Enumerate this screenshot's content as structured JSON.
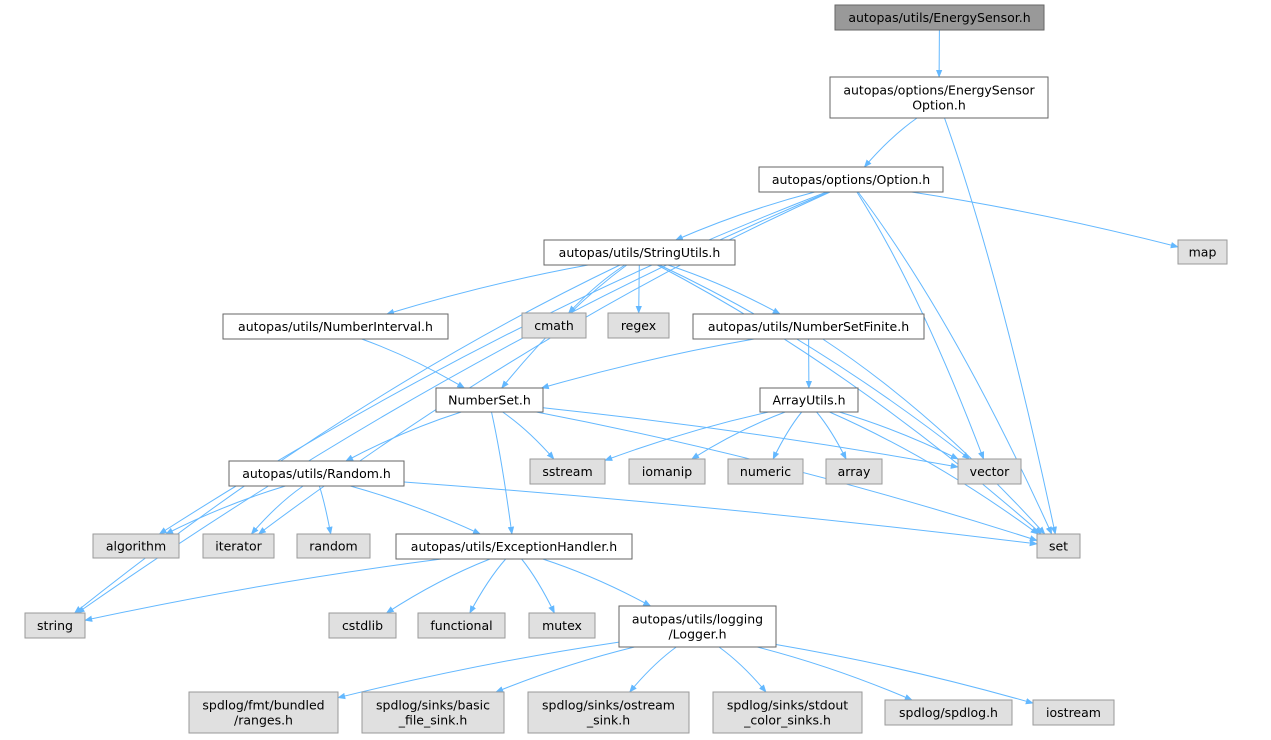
{
  "colors": {
    "edge": "#63b8ff",
    "root_fill": "#999999",
    "root_stroke": "#666666",
    "local_fill": "#ffffff",
    "local_stroke": "#666666",
    "system_fill": "#e0e0e0",
    "system_stroke": "#999999"
  },
  "nodes": [
    {
      "id": "energysensor",
      "kind": "root",
      "lines": [
        "autopas/utils/EnergySensor.h"
      ]
    },
    {
      "id": "energysensoroption",
      "kind": "local",
      "lines": [
        "autopas/options/EnergySensor",
        "Option.h"
      ]
    },
    {
      "id": "option",
      "kind": "local",
      "lines": [
        "autopas/options/Option.h"
      ]
    },
    {
      "id": "stringutils",
      "kind": "local",
      "lines": [
        "autopas/utils/StringUtils.h"
      ]
    },
    {
      "id": "map",
      "kind": "system",
      "lines": [
        "map"
      ]
    },
    {
      "id": "numberinterval",
      "kind": "local",
      "lines": [
        "autopas/utils/NumberInterval.h"
      ]
    },
    {
      "id": "cmath",
      "kind": "system",
      "lines": [
        "cmath"
      ]
    },
    {
      "id": "regex",
      "kind": "system",
      "lines": [
        "regex"
      ]
    },
    {
      "id": "numbersetfinite",
      "kind": "local",
      "lines": [
        "autopas/utils/NumberSetFinite.h"
      ]
    },
    {
      "id": "numberset",
      "kind": "local",
      "lines": [
        "NumberSet.h"
      ]
    },
    {
      "id": "arrayutils",
      "kind": "local",
      "lines": [
        "ArrayUtils.h"
      ]
    },
    {
      "id": "random",
      "kind": "local",
      "lines": [
        "autopas/utils/Random.h"
      ]
    },
    {
      "id": "sstream",
      "kind": "system",
      "lines": [
        "sstream"
      ]
    },
    {
      "id": "iomanip",
      "kind": "system",
      "lines": [
        "iomanip"
      ]
    },
    {
      "id": "numeric",
      "kind": "system",
      "lines": [
        "numeric"
      ]
    },
    {
      "id": "array",
      "kind": "system",
      "lines": [
        "array"
      ]
    },
    {
      "id": "vector",
      "kind": "system",
      "lines": [
        "vector"
      ]
    },
    {
      "id": "algorithm",
      "kind": "system",
      "lines": [
        "algorithm"
      ]
    },
    {
      "id": "iterator",
      "kind": "system",
      "lines": [
        "iterator"
      ]
    },
    {
      "id": "randomsys",
      "kind": "system",
      "lines": [
        "random"
      ]
    },
    {
      "id": "exceptionhandler",
      "kind": "local",
      "lines": [
        "autopas/utils/ExceptionHandler.h"
      ]
    },
    {
      "id": "set",
      "kind": "system",
      "lines": [
        "set"
      ]
    },
    {
      "id": "string",
      "kind": "system",
      "lines": [
        "string"
      ]
    },
    {
      "id": "cstdlib",
      "kind": "system",
      "lines": [
        "cstdlib"
      ]
    },
    {
      "id": "functional",
      "kind": "system",
      "lines": [
        "functional"
      ]
    },
    {
      "id": "mutex",
      "kind": "system",
      "lines": [
        "mutex"
      ]
    },
    {
      "id": "logger",
      "kind": "local",
      "lines": [
        "autopas/utils/logging",
        "/Logger.h"
      ]
    },
    {
      "id": "ranges",
      "kind": "system",
      "lines": [
        "spdlog/fmt/bundled",
        "/ranges.h"
      ]
    },
    {
      "id": "basicfilesink",
      "kind": "system",
      "lines": [
        "spdlog/sinks/basic",
        "_file_sink.h"
      ]
    },
    {
      "id": "ostreamsink",
      "kind": "system",
      "lines": [
        "spdlog/sinks/ostream",
        "_sink.h"
      ]
    },
    {
      "id": "stdoutsinks",
      "kind": "system",
      "lines": [
        "spdlog/sinks/stdout",
        "_color_sinks.h"
      ]
    },
    {
      "id": "spdlog",
      "kind": "system",
      "lines": [
        "spdlog/spdlog.h"
      ]
    },
    {
      "id": "iostream",
      "kind": "system",
      "lines": [
        "iostream"
      ]
    }
  ],
  "edges": [
    [
      "energysensor",
      "energysensoroption"
    ],
    [
      "energysensoroption",
      "option"
    ],
    [
      "energysensoroption",
      "set"
    ],
    [
      "option",
      "stringutils"
    ],
    [
      "option",
      "map"
    ],
    [
      "option",
      "vector"
    ],
    [
      "option",
      "set"
    ],
    [
      "option",
      "algorithm"
    ],
    [
      "option",
      "iterator"
    ],
    [
      "option",
      "string"
    ],
    [
      "stringutils",
      "numberinterval"
    ],
    [
      "stringutils",
      "cmath"
    ],
    [
      "stringutils",
      "regex"
    ],
    [
      "stringutils",
      "numbersetfinite"
    ],
    [
      "stringutils",
      "numberset"
    ],
    [
      "stringutils",
      "vector"
    ],
    [
      "stringutils",
      "set"
    ],
    [
      "stringutils",
      "string"
    ],
    [
      "numberinterval",
      "numberset"
    ],
    [
      "numbersetfinite",
      "numberset"
    ],
    [
      "numbersetfinite",
      "arrayutils"
    ],
    [
      "numbersetfinite",
      "set"
    ],
    [
      "numberset",
      "random"
    ],
    [
      "numberset",
      "sstream"
    ],
    [
      "numberset",
      "vector"
    ],
    [
      "numberset",
      "set"
    ],
    [
      "numberset",
      "exceptionhandler"
    ],
    [
      "arrayutils",
      "sstream"
    ],
    [
      "arrayutils",
      "iomanip"
    ],
    [
      "arrayutils",
      "numeric"
    ],
    [
      "arrayutils",
      "array"
    ],
    [
      "arrayutils",
      "vector"
    ],
    [
      "arrayutils",
      "set"
    ],
    [
      "random",
      "algorithm"
    ],
    [
      "random",
      "iterator"
    ],
    [
      "random",
      "randomsys"
    ],
    [
      "random",
      "exceptionhandler"
    ],
    [
      "random",
      "set"
    ],
    [
      "exceptionhandler",
      "string"
    ],
    [
      "exceptionhandler",
      "cstdlib"
    ],
    [
      "exceptionhandler",
      "functional"
    ],
    [
      "exceptionhandler",
      "mutex"
    ],
    [
      "exceptionhandler",
      "logger"
    ],
    [
      "logger",
      "ranges"
    ],
    [
      "logger",
      "basicfilesink"
    ],
    [
      "logger",
      "ostreamsink"
    ],
    [
      "logger",
      "stdoutsinks"
    ],
    [
      "logger",
      "spdlog"
    ],
    [
      "logger",
      "iostream"
    ]
  ]
}
